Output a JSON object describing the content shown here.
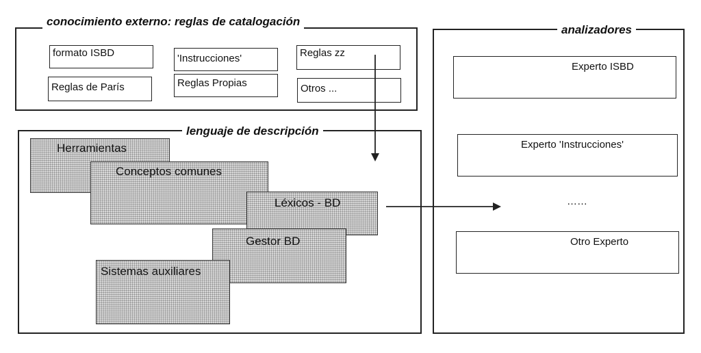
{
  "external_knowledge": {
    "title": "conocimiento externo: reglas de  catalogación",
    "rules": [
      "formato ISBD",
      "'Instrucciones'",
      "Reglas zz",
      "Reglas de París",
      "Reglas Propias",
      "Otros ..."
    ]
  },
  "analyzers": {
    "title": "analizadores",
    "experts": [
      "Experto ISBD",
      "Experto 'Instrucciones'",
      "……",
      "Otro Experto"
    ]
  },
  "description_language": {
    "title": "lenguaje de descripción",
    "components": [
      "Herramientas",
      "Conceptos comunes",
      "Léxicos - BD",
      "Gestor BD",
      "Sistemas auxiliares"
    ]
  }
}
